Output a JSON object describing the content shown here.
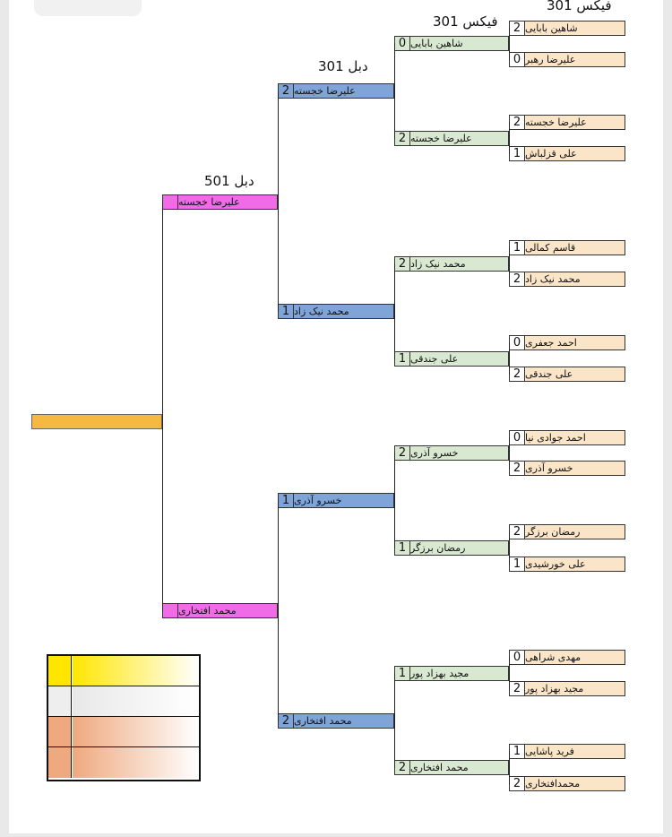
{
  "round_labels": {
    "r1": "301 فیکس",
    "r2": "301 فیکس",
    "r3": "301 دبل",
    "r4": "501 دبل"
  },
  "round1": [
    {
      "name": "شاهین بابایی",
      "score": "2"
    },
    {
      "name": "علیرضا رهبر",
      "score": "0"
    },
    {
      "name": "علیرضا خجسته",
      "score": "2"
    },
    {
      "name": "علی قزلباش",
      "score": "1"
    },
    {
      "name": "قاسم کمالی",
      "score": "1"
    },
    {
      "name": "محمد نیک زاد",
      "score": "2"
    },
    {
      "name": "احمد جعفری",
      "score": "0"
    },
    {
      "name": "علی جندقی",
      "score": "2"
    },
    {
      "name": "احمد جوادی نیا",
      "score": "0"
    },
    {
      "name": "خسرو آذری",
      "score": "2"
    },
    {
      "name": "رمضان برزگر",
      "score": "2"
    },
    {
      "name": "علی خورشیدی",
      "score": "1"
    },
    {
      "name": "مهدی شراهی",
      "score": "0"
    },
    {
      "name": "مجید بهزاد پور",
      "score": "2"
    },
    {
      "name": "فرید پاشایی",
      "score": "1"
    },
    {
      "name": "محمدافتخاری",
      "score": "2"
    }
  ],
  "round2": [
    {
      "name": "شاهین بابایی",
      "score": "0"
    },
    {
      "name": "علیرضا خجسته",
      "score": "2"
    },
    {
      "name": "محمد نیک زاد",
      "score": "2"
    },
    {
      "name": "علی جندقی",
      "score": "1"
    },
    {
      "name": "خسرو آذری",
      "score": "2"
    },
    {
      "name": "رمضان برزگر",
      "score": "1"
    },
    {
      "name": "مجید بهزاد پور",
      "score": "1"
    },
    {
      "name": "محمد افتخاری",
      "score": "2"
    }
  ],
  "round3": [
    {
      "name": "علیرضا خجسته",
      "score": "2"
    },
    {
      "name": "محمد نیک زاد",
      "score": "1"
    },
    {
      "name": "خسرو آذری",
      "score": "1"
    },
    {
      "name": "محمد افتخاری",
      "score": "2"
    }
  ],
  "round4": [
    {
      "name": "علیرضا خجسته",
      "score": ""
    },
    {
      "name": "محمد افتخاری",
      "score": ""
    }
  ],
  "colors": {
    "round1": "#fbe5c9",
    "round2": "#d9e9d1",
    "round3": "#7ea4d8",
    "round4": "#f06ce6",
    "final": "#f5b942"
  },
  "legend": [
    {
      "color": "#ffe600"
    },
    {
      "color": "#eeeeee"
    },
    {
      "color": "#eea97f"
    },
    {
      "color": "#eea97f"
    }
  ]
}
